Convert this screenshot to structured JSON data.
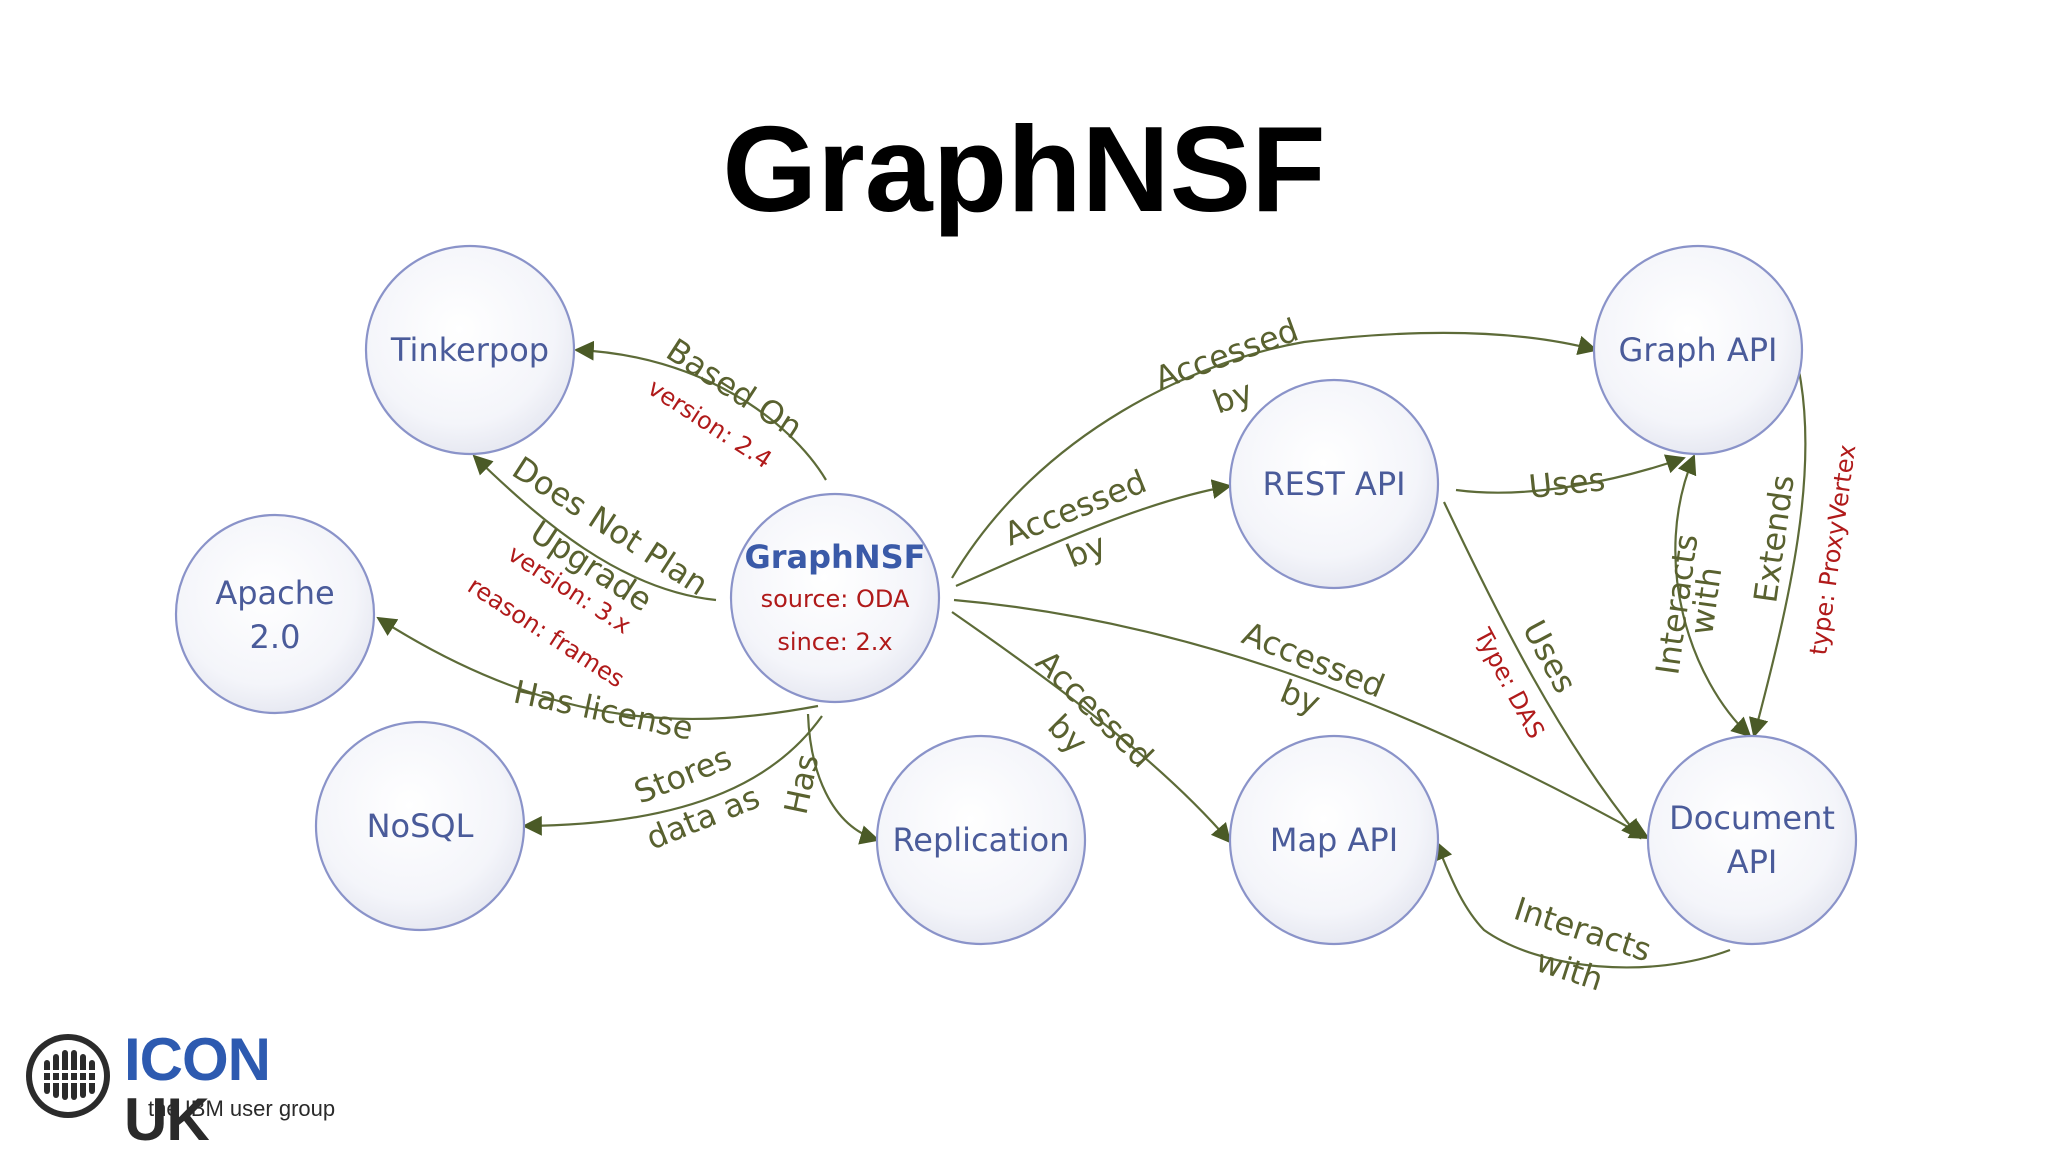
{
  "title": "GraphNSF",
  "nodes": {
    "tinkerpop": "Tinkerpop",
    "apache_line1": "Apache",
    "apache_line2": "2.0",
    "nosql": "NoSQL",
    "graphnsf": {
      "name": "GraphNSF",
      "source": "source: ODA",
      "since": "since: 2.x"
    },
    "replication": "Replication",
    "rest_api": "REST API",
    "map_api": "Map API",
    "graph_api": "Graph API",
    "document_api_line1": "Document",
    "document_api_line2": "API"
  },
  "edges": {
    "based_on": {
      "label": "Based On",
      "sub": "version: 2.4"
    },
    "does_not_plan": {
      "line1": "Does Not Plan",
      "line2": "Upgrade",
      "sub1": "version: 3.x",
      "sub2": "reason: frames"
    },
    "has_license": "Has license",
    "stores_data": {
      "line1": "Stores",
      "line2": "data as"
    },
    "has": "Has",
    "accessed_graph": {
      "line1": "Accessed",
      "line2": "by"
    },
    "accessed_rest": {
      "line1": "Accessed",
      "line2": "by"
    },
    "accessed_doc": {
      "line1": "Accessed",
      "line2": "by"
    },
    "accessed_map": {
      "line1": "Accessed",
      "line2": "by"
    },
    "rest_uses_graph": "Uses",
    "rest_uses_doc": {
      "label": "Uses",
      "sub": "Type: DAS"
    },
    "interacts_graph_doc": {
      "line1": "Interacts",
      "line2": "with"
    },
    "extends": {
      "label": "Extends",
      "sub": "type: ProxyVertex"
    },
    "interacts_map_doc": {
      "line1": "Interacts",
      "line2": "with"
    }
  },
  "logo": {
    "icon_word": "ICON",
    "uk_word": "UK",
    "tagline": "the IBM user group"
  },
  "colors": {
    "node_text": "#4a5b9a",
    "edge_text": "#59612f",
    "annotation_text": "#b01a1a",
    "edge_stroke": "#5d6b38",
    "node_stroke": "#8a93c9"
  }
}
